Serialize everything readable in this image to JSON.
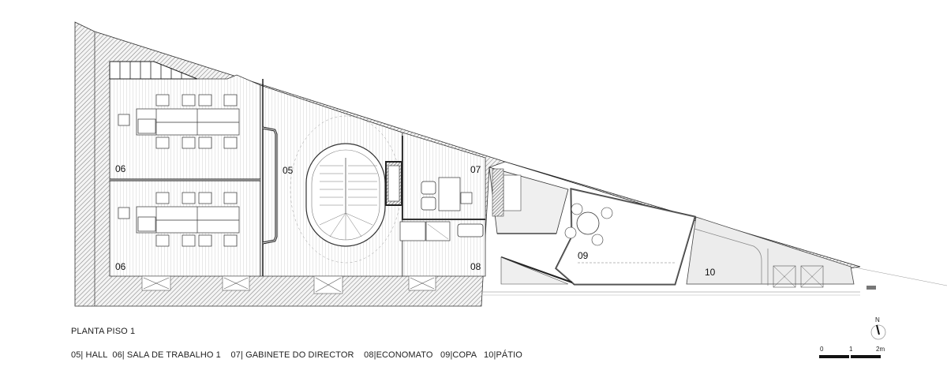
{
  "drawing": {
    "title": "PLANTA PISO 1",
    "legend": "05| HALL  06| SALA DE TRABALHO 1    07| GABINETE DO DIRECTOR    08|ECONOMATO   09|COPA   10|PÁTIO",
    "legend_items": [
      {
        "code": "05",
        "name": "HALL"
      },
      {
        "code": "06",
        "name": "SALA DE TRABALHO 1"
      },
      {
        "code": "07",
        "name": "GABINETE DO DIRECTOR"
      },
      {
        "code": "08",
        "name": "ECONOMATO"
      },
      {
        "code": "09",
        "name": "COPA"
      },
      {
        "code": "10",
        "name": "PÁTIO"
      }
    ],
    "room_labels": {
      "r06a": "06",
      "r06b": "06",
      "r05": "05",
      "r07": "07",
      "r08": "08",
      "r09": "09",
      "r10": "10"
    },
    "north_arrow": {
      "label": "N",
      "icon": "north-arrow-icon"
    },
    "scale_bar": {
      "ticks": [
        "0",
        "1",
        "2m"
      ]
    },
    "colors": {
      "wall_hatch": "#555555",
      "floor_stripe": "#dcdcdc",
      "outline": "#222222",
      "dark_wall": "#6e6e6e",
      "patio_fill": "#ececec"
    }
  }
}
